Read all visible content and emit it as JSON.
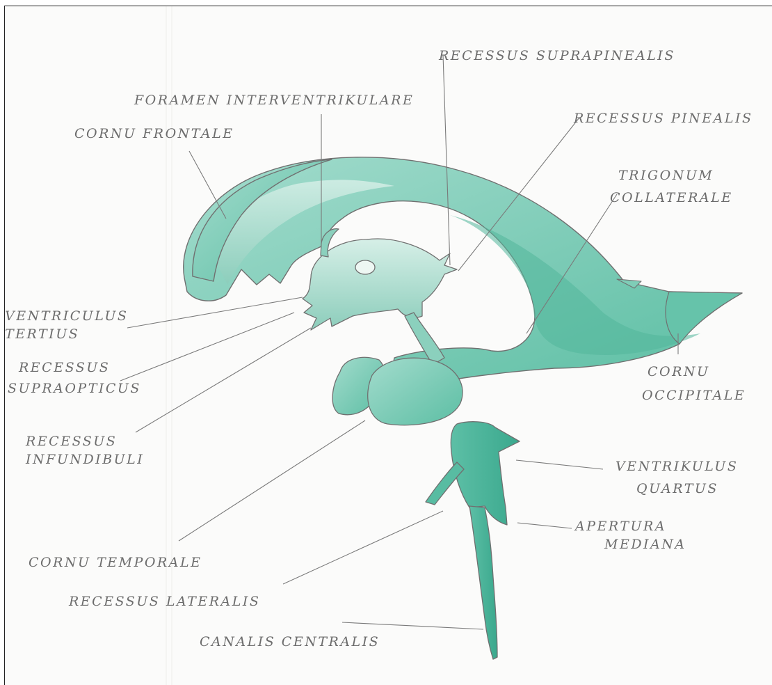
{
  "labels": {
    "recessus_suprapinealis": "RECESSUS SUPRAPINEALIS",
    "foramen_interventriculare": "FORAMEN INTERVENTRIKULARE",
    "recessus_pinealis": "RECESSUS PINEALIS",
    "cornu_frontale": "CORNU FRONTALE",
    "trigonum_collaterale": [
      "TRIGONUM",
      "COLLATERALE"
    ],
    "ventriculus_tertius": [
      "VENTRICULUS",
      "TERTIUS"
    ],
    "recessus_supraopticus": [
      "RECESSUS",
      "SUPRAOPTICUS"
    ],
    "cornu_occipitale": [
      "CORNU",
      "OCCIPITALE"
    ],
    "recessus_infundibuli": [
      "RECESSUS",
      "INFUNDIBULI"
    ],
    "ventriculus_quartus": [
      "VENTRIKULUS",
      "QUARTUS"
    ],
    "apertura_mediana": [
      "APERTURA",
      "MEDIANA"
    ],
    "cornu_temporale": "CORNU TEMPORALE",
    "recessus_lateralis": "RECESSUS LATERALIS",
    "canalis_centralis": "CANALIS CENTRALIS"
  },
  "colors": {
    "ventricle_fill": "#8fd2c0",
    "ventricle_dark": "#3fb096",
    "pencil": "#7a7a7a",
    "paper": "#fbfbfa"
  }
}
